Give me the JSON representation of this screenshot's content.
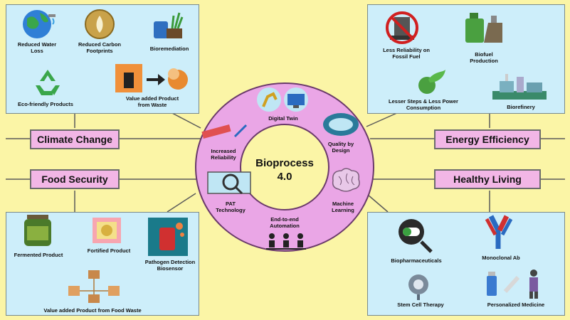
{
  "center": {
    "line1": "Bioprocess",
    "line2": "4.0"
  },
  "themes": {
    "climate_change": "Climate Change",
    "food_security": "Food Security",
    "energy_efficiency": "Energy Efficiency",
    "healthy_living": "Healthy Living"
  },
  "top_left": {
    "reduced_water_1": "Reduced Water",
    "reduced_water_2": "Loss",
    "reduced_carbon_1": "Reduced Carbon",
    "reduced_carbon_2": "Footprints",
    "bioremediation": "Bioremediation",
    "eco_friendly": "Eco-friendly Products",
    "value_added_1": "Value added Product",
    "value_added_2": "from Waste"
  },
  "top_right": {
    "less_reliability_1": "Less Reliability on",
    "less_reliability_2": "Fossil Fuel",
    "biofuel_1": "Biofuel",
    "biofuel_2": "Production",
    "lower_steps_1": "Lesser Steps & Less Power",
    "lower_steps_2": "Consumption",
    "biorefinery": "Biorefinery"
  },
  "bottom_left": {
    "fermented": "Fermented Product",
    "fortified": "Fortified Product",
    "pathogen_1": "Pathogen Detection",
    "pathogen_2": "Biosensor",
    "value_food": "Value added Product from Food Waste"
  },
  "bottom_right": {
    "biopharma": "Biopharmaceuticals",
    "monoclonal": "Monoclonal Ab",
    "stem_cell": "Stem Cell Therapy",
    "personalized": "Personalized Medicine"
  },
  "ring": {
    "digital_twin": "Digital Twin",
    "quality_1": "Quality by",
    "quality_2": "Design",
    "ml_1": "Machine",
    "ml_2": "Learning",
    "end_1": "End-to-end",
    "end_2": "Automation",
    "pat_1": "PAT",
    "pat_2": "Technology",
    "reliability_1": "Increased",
    "reliability_2": "Reliability"
  },
  "colors": {
    "background": "#fbf5a6",
    "panel": "#cdeefa",
    "ring": "#eaa6e6",
    "label": "#f2b6e6"
  }
}
